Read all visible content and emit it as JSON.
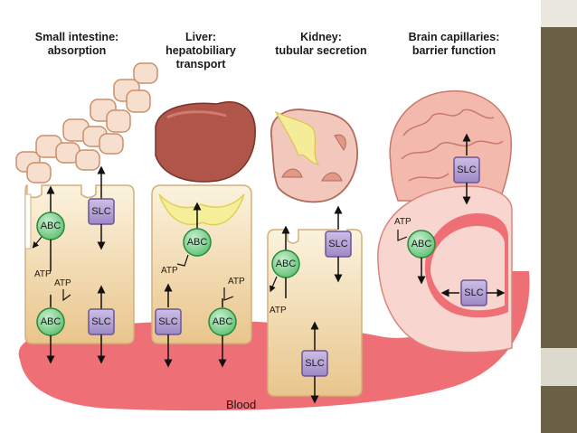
{
  "panels": [
    {
      "id": "intestine",
      "title_line1": "Small intestine:",
      "title_line2": "absorption",
      "title_line3": ""
    },
    {
      "id": "liver",
      "title_line1": "Liver:",
      "title_line2": "hepatobiliary",
      "title_line3": "transport"
    },
    {
      "id": "kidney",
      "title_line1": "Kidney:",
      "title_line2": "tubular secretion",
      "title_line3": ""
    },
    {
      "id": "brain",
      "title_line1": "Brain capillaries:",
      "title_line2": "barrier function",
      "title_line3": ""
    }
  ],
  "transporter_labels": {
    "abc": "ABC",
    "slc": "SLC",
    "atp": "ATP"
  },
  "blood_label": "Blood",
  "colors": {
    "abc_fill": "#7fcf8f",
    "abc_stroke": "#2a8a3a",
    "slc_fill": "#b8a6d6",
    "slc_stroke": "#6b5594",
    "blood": "#ee6f76",
    "cell": "#f6e3bd",
    "liver": "#b0554a",
    "bile": "#f5ef9a",
    "brain": "#f2b9ac",
    "sidebar": "#6b6147"
  }
}
